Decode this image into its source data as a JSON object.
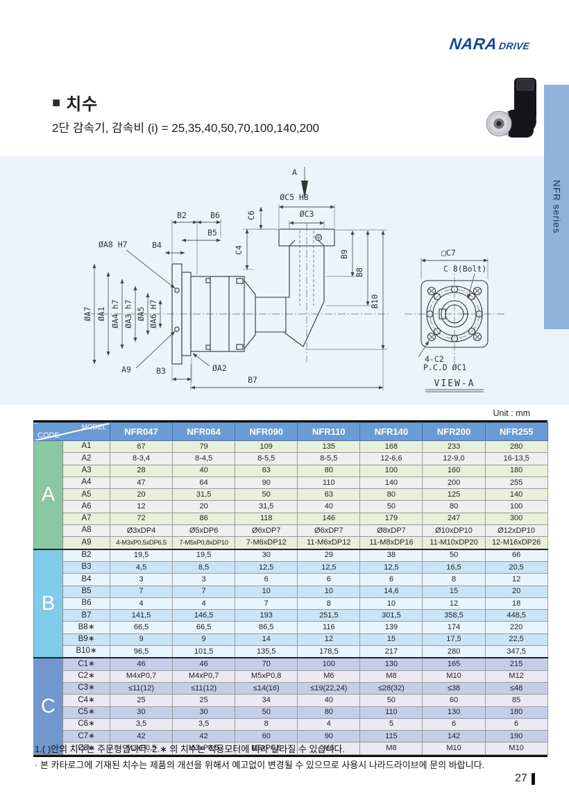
{
  "page": {
    "logo": {
      "nara": "NARA",
      "drive": "DRIVE"
    },
    "side_tab": "NFR series",
    "title_marker": "■",
    "title": "치수",
    "subtitle": "2단 감속기, 감속비 (i) = 25,35,40,50,70,100,140,200",
    "unit_label": "Unit : mm",
    "notes": [
      "1.( )안의 치수는 주문형입니다.  2.∗ 의 치수는 적용모터에 따라 달라질 수 있습니다.",
      "· 본 카타로그에 기재된 치수는 제품의 개선을 위해서 예고없이 변경될 수 있으므로 사용시 나라드라이브에 문의 바랍니다."
    ],
    "page_number": "27"
  },
  "diagram": {
    "labels": {
      "view_arrow": "A",
      "c5": "ØC5 H8",
      "c3": "ØC3",
      "c6": "C6",
      "c4": "C4",
      "b2": "B2",
      "b6": "B6",
      "b5": "B5",
      "b4": "B4",
      "a8": "ØA8 H7",
      "a7": "ØA7",
      "a1": "ØA1",
      "a4": "ØA4 h7",
      "a3": "ØA3 h7",
      "a5": "ØA5",
      "a6": "ØA6 H7",
      "a9": "A9",
      "b3": "B3",
      "a2": "ØA2",
      "b7": "B7",
      "b9": "B9",
      "b8": "B8",
      "b10": "B10",
      "c7": "□C7",
      "c8": "C 8(Bolt)",
      "c2": "4-C2",
      "pcd": "P.C.D ØC1",
      "view": "VIEW-A"
    }
  },
  "table": {
    "corner": {
      "model": "MODEL",
      "code": "CODE"
    },
    "models": [
      "NFR047",
      "NFR064",
      "NFR090",
      "NFR110",
      "NFR140",
      "NFR200",
      "NFR255"
    ],
    "groups": [
      {
        "name": "A",
        "rows": [
          {
            "code": "A1",
            "values": [
              "67",
              "79",
              "109",
              "135",
              "168",
              "233",
              "280"
            ]
          },
          {
            "code": "A2",
            "values": [
              "8-3,4",
              "8-4,5",
              "8-5,5",
              "8-5,5",
              "12-6,6",
              "12-9,0",
              "16-13,5"
            ]
          },
          {
            "code": "A3",
            "values": [
              "28",
              "40",
              "63",
              "80",
              "100",
              "160",
              "180"
            ]
          },
          {
            "code": "A4",
            "values": [
              "47",
              "64",
              "90",
              "110",
              "140",
              "200",
              "255"
            ]
          },
          {
            "code": "A5",
            "values": [
              "20",
              "31,5",
              "50",
              "63",
              "80",
              "125",
              "140"
            ]
          },
          {
            "code": "A6",
            "values": [
              "12",
              "20",
              "31,5",
              "40",
              "50",
              "80",
              "100"
            ]
          },
          {
            "code": "A7",
            "values": [
              "72",
              "86",
              "118",
              "146",
              "179",
              "247",
              "300"
            ]
          },
          {
            "code": "A8",
            "values": [
              "Ø3xDP4",
              "Ø5xDP6",
              "Ø6xDP7",
              "Ø6xDP7",
              "Ø8xDP7",
              "Ø10xDP10",
              "Ø12xDP10"
            ]
          },
          {
            "code": "A9",
            "values": [
              "4-M3xP0,5xDP6,5",
              "7-M5xP0,8xDP10",
              "7-M6xDP12",
              "11-M6xDP12",
              "11-M8xDP16",
              "11-M10xDP20",
              "12-M16xDP26"
            ]
          }
        ]
      },
      {
        "name": "B",
        "rows": [
          {
            "code": "B2",
            "values": [
              "19,5",
              "19,5",
              "30",
              "29",
              "38",
              "50",
              "66"
            ]
          },
          {
            "code": "B3",
            "values": [
              "4,5",
              "8,5",
              "12,5",
              "12,5",
              "12,5",
              "16,5",
              "20,5"
            ]
          },
          {
            "code": "B4",
            "values": [
              "3",
              "3",
              "6",
              "6",
              "6",
              "8",
              "12"
            ]
          },
          {
            "code": "B5",
            "values": [
              "7",
              "7",
              "10",
              "10",
              "14,6",
              "15",
              "20"
            ]
          },
          {
            "code": "B6",
            "values": [
              "4",
              "4",
              "7",
              "8",
              "10",
              "12",
              "18"
            ]
          },
          {
            "code": "B7",
            "values": [
              "141,5",
              "146,5",
              "193",
              "251,5",
              "301,5",
              "358,5",
              "448,5"
            ]
          },
          {
            "code": "B8∗",
            "values": [
              "66,5",
              "66,5",
              "86,5",
              "116",
              "139",
              "174",
              "220"
            ]
          },
          {
            "code": "B9∗",
            "values": [
              "9",
              "9",
              "14",
              "12",
              "15",
              "17,5",
              "22,5"
            ]
          },
          {
            "code": "B10∗",
            "values": [
              "96,5",
              "101,5",
              "135,5",
              "178,5",
              "217",
              "280",
              "347,5"
            ]
          }
        ]
      },
      {
        "name": "C",
        "rows": [
          {
            "code": "C1∗",
            "values": [
              "46",
              "46",
              "70",
              "100",
              "130",
              "165",
              "215"
            ]
          },
          {
            "code": "C2∗",
            "values": [
              "M4xP0,7",
              "M4xP0,7",
              "M5xP0,8",
              "M6",
              "M8",
              "M10",
              "M12"
            ]
          },
          {
            "code": "C3∗",
            "values": [
              "≤11(12)",
              "≤11(12)",
              "≤14(16)",
              "≤19(22,24)",
              "≤28(32)",
              "≤38",
              "≤48"
            ]
          },
          {
            "code": "C4∗",
            "values": [
              "25",
              "25",
              "34",
              "40",
              "50",
              "60",
              "85"
            ]
          },
          {
            "code": "C5∗",
            "values": [
              "30",
              "30",
              "50",
              "80",
              "110",
              "130",
              "180"
            ]
          },
          {
            "code": "C6∗",
            "values": [
              "3,5",
              "3,5",
              "8",
              "4",
              "5",
              "6",
              "6"
            ]
          },
          {
            "code": "C7∗",
            "values": [
              "42",
              "42",
              "60",
              "90",
              "115",
              "142",
              "190"
            ]
          },
          {
            "code": "C8∗",
            "values": [
              "M3xP0,5",
              "M3xP0,5",
              "M5xP0,8",
              "M6",
              "M8",
              "M10",
              "M10"
            ]
          }
        ]
      }
    ]
  },
  "colors": {
    "logo_navy": "#17498F",
    "tab_blue": "#8FB3DB",
    "band_blue": "#EDF3FA",
    "header_blue": "#6B9BD3",
    "group_a_green": "#8CC7A3",
    "group_b_cyan": "#7FCBE8",
    "group_c_blue": "#7097CE",
    "stripe": {
      "A": [
        "#E9F0D9",
        "#EFEFEF"
      ],
      "B": [
        "#EAF4FC",
        "#C9E4F6"
      ],
      "C": [
        "#C6CDE9",
        "#ECE9F3"
      ]
    }
  }
}
